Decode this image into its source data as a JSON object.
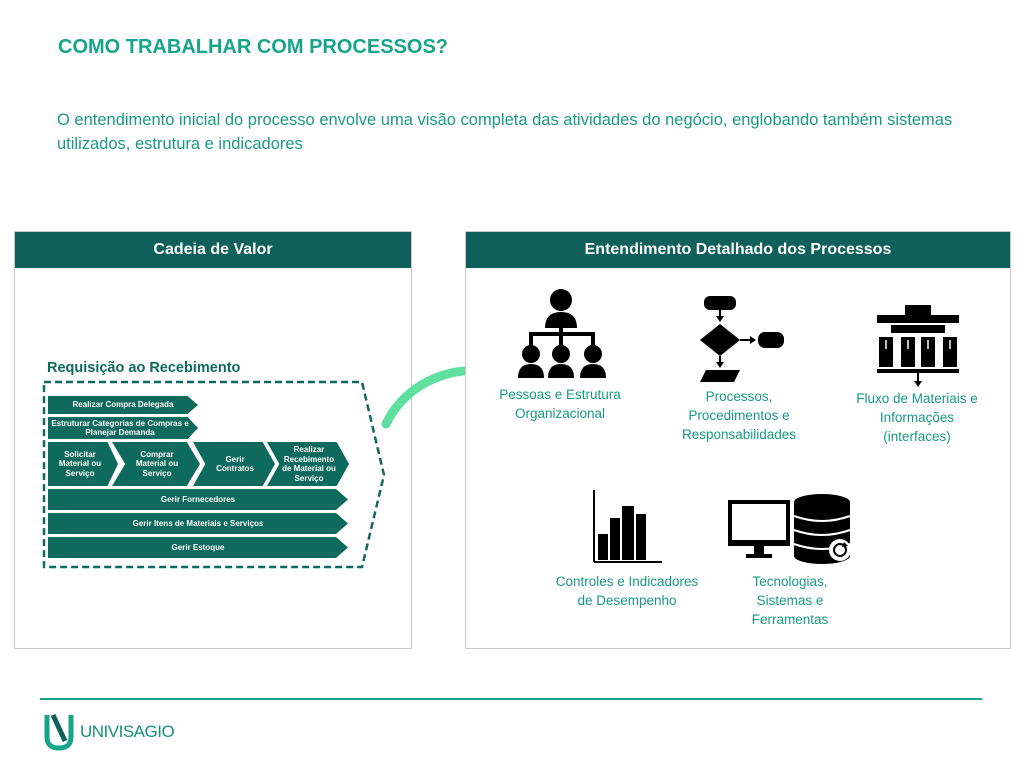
{
  "header": {
    "title": "COMO TRABALHAR COM PROCESSOS?",
    "intro": "O entendimento inicial do processo envolve uma visão completa das atividades do negócio, englobando também sistemas utilizados, estrutura e indicadores"
  },
  "left_panel": {
    "title": "Cadeia de Valor",
    "group_title": "Requisição ao Recebimento",
    "steps": {
      "compra_delegada": "Realizar Compra Delegada",
      "estruturar": "Estruturar Categorias de Compras e Planejar Demanda",
      "solicitar": "Solicitar Material ou Serviço",
      "comprar": "Comprar Material ou Serviço",
      "gerir_contratos": "Gerir Contratos",
      "recebimento": "Realizar Recebimento de Material ou Serviço",
      "fornecedores": "Gerir Fornecedores",
      "itens": "Gerir Itens de Materiais e Serviços",
      "estoque": "Gerir Estoque"
    }
  },
  "right_panel": {
    "title": "Entendimento Detalhado dos Processos",
    "items": {
      "pessoas": "Pessoas e Estrutura Organizacional",
      "processos": "Processos, Procedimentos e Responsabilidades",
      "fluxo": "Fluxo de Materiais e Informações (interfaces)",
      "controles": "Controles e Indicadores de Desempenho",
      "tecnologias": "Tecnologias, Sistemas e Ferramentas"
    },
    "icons": [
      "org-chart-icon",
      "flowchart-icon",
      "material-flow-icon",
      "bar-chart-icon",
      "computer-database-icon"
    ]
  },
  "footer": {
    "logo_text": "UNIVISAGIO"
  },
  "colors": {
    "accent": "#17a58a",
    "header_bar": "#0f5f5a",
    "step_fill": "#0f6a5e",
    "arrow": "#5fe0a0"
  }
}
